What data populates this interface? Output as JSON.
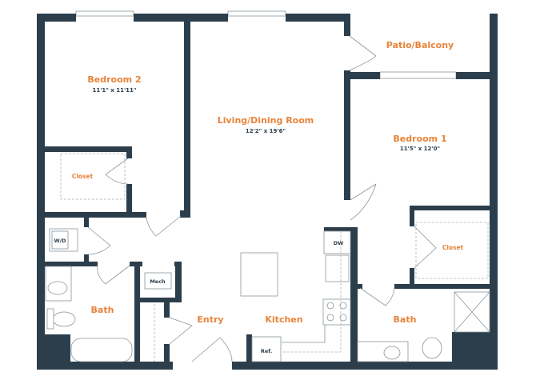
{
  "floor_plan": {
    "colors": {
      "wall": "#2c3e4c",
      "room_label": "#e8843a"
    },
    "rooms": {
      "bedroom2": {
        "name": "Bedroom 2",
        "dimensions": "11'1\" x 11'11\""
      },
      "living": {
        "name": "Living/Dining Room",
        "dimensions": "12'2\" x 19'6\""
      },
      "patio": {
        "name": "Patio/Balcony"
      },
      "bedroom1": {
        "name": "Bedroom 1",
        "dimensions": "11'5\" x 12'0\""
      },
      "closet2": {
        "name": "Closet"
      },
      "closet1": {
        "name": "Closet"
      },
      "bath2": {
        "name": "Bath"
      },
      "bath1": {
        "name": "Bath"
      },
      "entry": {
        "name": "Entry"
      },
      "kitchen": {
        "name": "Kitchen"
      }
    },
    "appliances": {
      "washer_dryer": "W/D",
      "mech": "Mech",
      "dishwasher": "DW",
      "fridge": "Ref."
    }
  }
}
